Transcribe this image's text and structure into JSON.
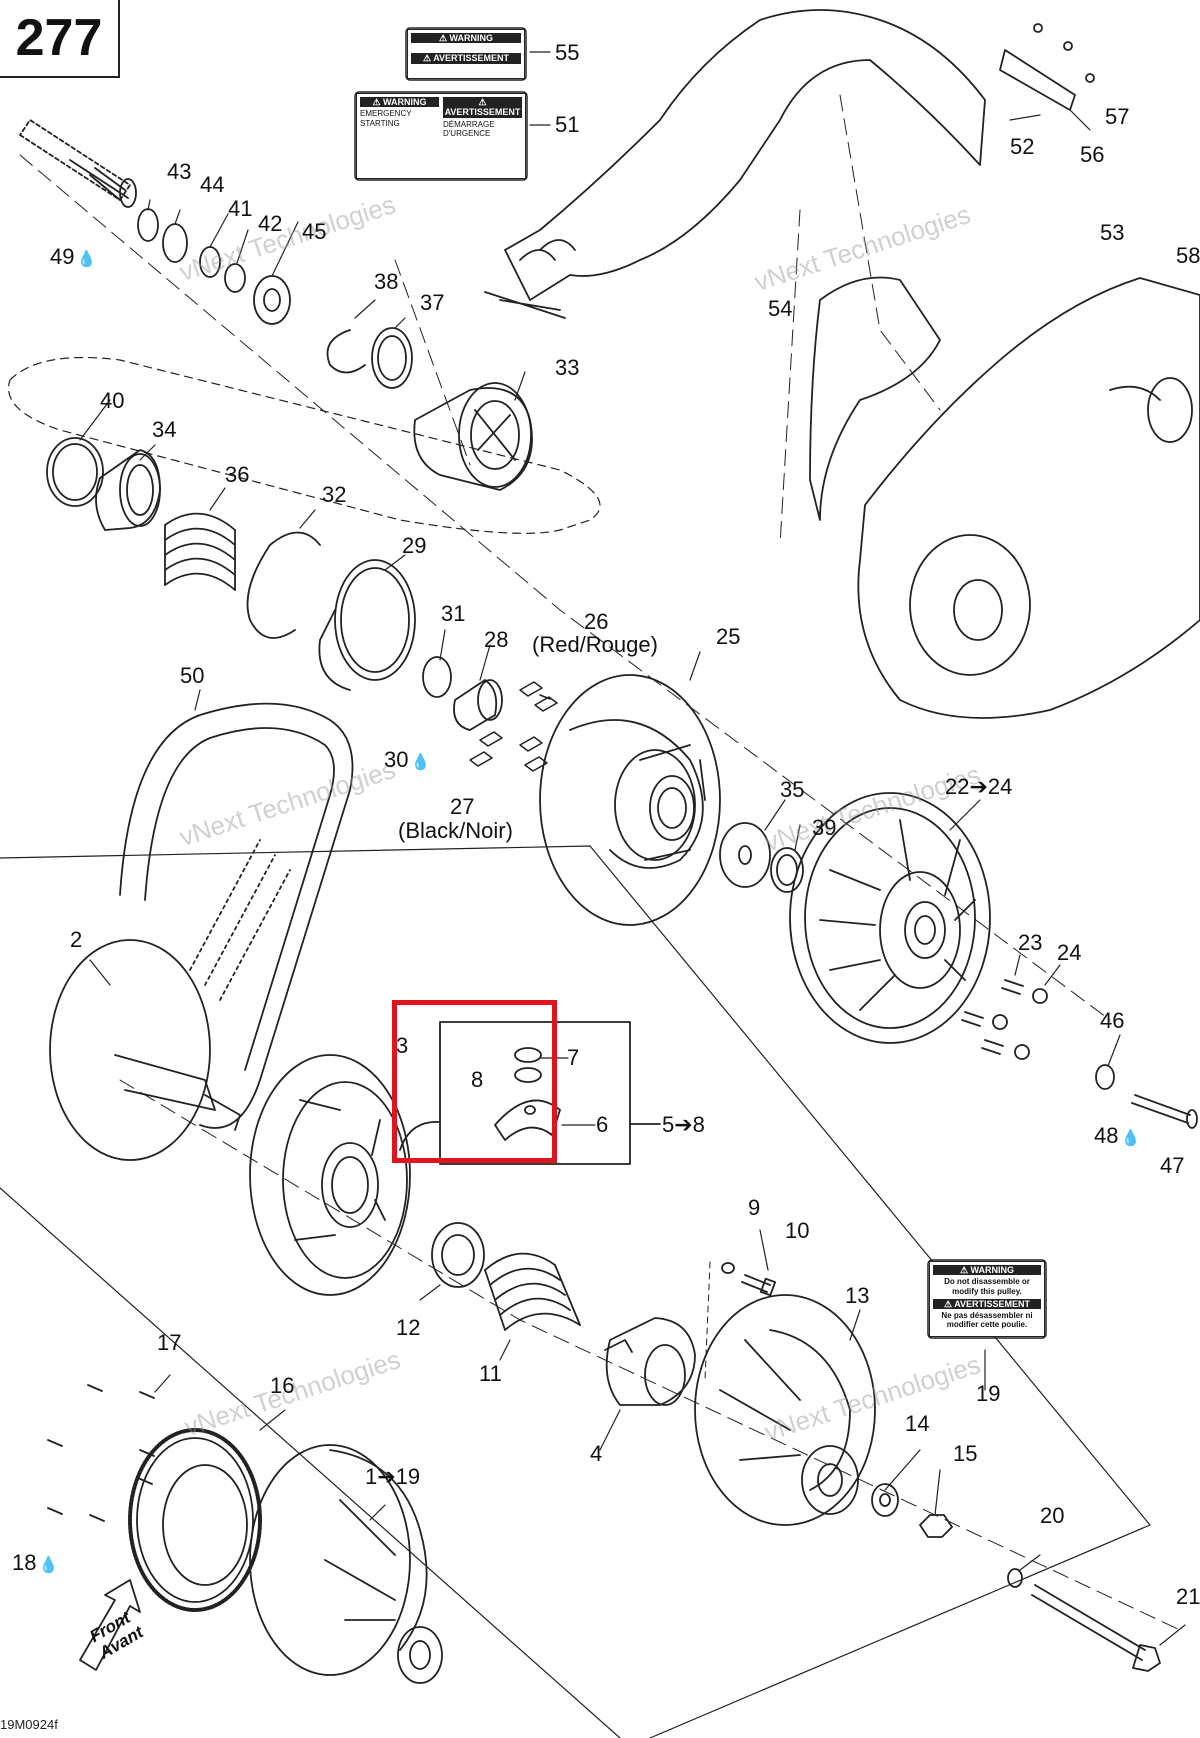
{
  "page_number": "277",
  "document_code": "19M0924f",
  "watermark": {
    "line1": "vNext",
    "line2": "Technologies"
  },
  "highlight_color": "#e0141e",
  "labels": [
    {
      "id": "55",
      "text": "55"
    },
    {
      "id": "51",
      "text": "51"
    },
    {
      "id": "57",
      "text": "57"
    },
    {
      "id": "52",
      "text": "52"
    },
    {
      "id": "56",
      "text": "56"
    },
    {
      "id": "53",
      "text": "53"
    },
    {
      "id": "58",
      "text": "58"
    },
    {
      "id": "54",
      "text": "54"
    },
    {
      "id": "43",
      "text": "43"
    },
    {
      "id": "44",
      "text": "44"
    },
    {
      "id": "41",
      "text": "41"
    },
    {
      "id": "42",
      "text": "42"
    },
    {
      "id": "45",
      "text": "45"
    },
    {
      "id": "49",
      "text": "49"
    },
    {
      "id": "38",
      "text": "38"
    },
    {
      "id": "37",
      "text": "37"
    },
    {
      "id": "33",
      "text": "33"
    },
    {
      "id": "40",
      "text": "40"
    },
    {
      "id": "34",
      "text": "34"
    },
    {
      "id": "36",
      "text": "36"
    },
    {
      "id": "32",
      "text": "32"
    },
    {
      "id": "29",
      "text": "29"
    },
    {
      "id": "31",
      "text": "31"
    },
    {
      "id": "28",
      "text": "28"
    },
    {
      "id": "26",
      "text": "26"
    },
    {
      "id": "26b",
      "text": "(Red/Rouge)"
    },
    {
      "id": "25",
      "text": "25"
    },
    {
      "id": "30",
      "text": "30"
    },
    {
      "id": "27",
      "text": "27"
    },
    {
      "id": "27b",
      "text": "(Black/Noir)"
    },
    {
      "id": "50",
      "text": "50"
    },
    {
      "id": "35",
      "text": "35"
    },
    {
      "id": "39",
      "text": "39"
    },
    {
      "id": "22-24",
      "text": "22➔24"
    },
    {
      "id": "2",
      "text": "2"
    },
    {
      "id": "23",
      "text": "23"
    },
    {
      "id": "24",
      "text": "24"
    },
    {
      "id": "46",
      "text": "46"
    },
    {
      "id": "7",
      "text": "7"
    },
    {
      "id": "8",
      "text": "8"
    },
    {
      "id": "6",
      "text": "6"
    },
    {
      "id": "5-8",
      "text": "5➔8"
    },
    {
      "id": "48",
      "text": "48"
    },
    {
      "id": "47",
      "text": "47"
    },
    {
      "id": "3",
      "text": "3"
    },
    {
      "id": "9",
      "text": "9"
    },
    {
      "id": "10",
      "text": "10"
    },
    {
      "id": "12",
      "text": "12"
    },
    {
      "id": "13",
      "text": "13"
    },
    {
      "id": "11",
      "text": "11"
    },
    {
      "id": "19",
      "text": "19"
    },
    {
      "id": "17",
      "text": "17"
    },
    {
      "id": "16",
      "text": "16"
    },
    {
      "id": "4",
      "text": "4"
    },
    {
      "id": "14",
      "text": "14"
    },
    {
      "id": "15",
      "text": "15"
    },
    {
      "id": "1-19",
      "text": "1➔19"
    },
    {
      "id": "20",
      "text": "20"
    },
    {
      "id": "18",
      "text": "18"
    },
    {
      "id": "21",
      "text": "21"
    }
  ],
  "front_arrow": {
    "line1": "Front",
    "line2": "Avant"
  },
  "warning_decal_19": {
    "heading1": "⚠ WARNING",
    "text1": "Do not disassemble or modify this pulley.",
    "heading2": "⚠ AVERTISSEMENT",
    "text2": "Ne pas désassembler ni modifier cette poulie."
  },
  "warning_decal_55": {
    "heading1": "⚠ WARNING",
    "heading2": "⚠ AVERTISSEMENT"
  },
  "warning_decal_51": {
    "heading1": "⚠ WARNING",
    "heading2": "⚠ AVERTISSEMENT",
    "sub1": "EMERGENCY STARTING",
    "sub2": "DÉMARRAGE D'URGENCE"
  }
}
